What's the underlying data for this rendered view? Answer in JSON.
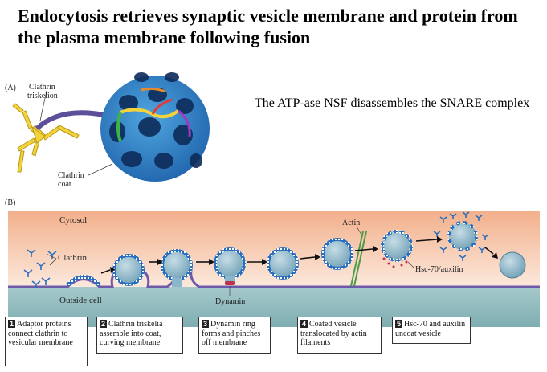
{
  "title": "Endocytosis retrieves synaptic vesicle membrane and protein from the plasma membrane following fusion",
  "note": "The ATP-ase NSF disassembles the SNARE complex",
  "panel_a": {
    "label": "(A)",
    "triskelion_label_1": "Clathrin",
    "triskelion_label_2": "triskelion",
    "coat_label_1": "Clathrin",
    "coat_label_2": "coat"
  },
  "panel_b": {
    "label": "(B)",
    "cytosol": "Cytosol",
    "clathrin": "Clathrin",
    "outside_cell": "Outside cell",
    "dynamin": "Dynamin",
    "actin": "Actin",
    "hsc": "Hsc-70/auxilin"
  },
  "steps": [
    {
      "num": "1",
      "text": "Adaptor proteins connect clathrin to vesicular membrane"
    },
    {
      "num": "2",
      "text": "Clathrin triskelia assemble into coat, curving membrane"
    },
    {
      "num": "3",
      "text": "Dynamin ring forms and pinches off membrane"
    },
    {
      "num": "4",
      "text": "Coated vesicle translocated by actin filaments"
    },
    {
      "num": "5",
      "text": "Hsc-70 and auxilin uncoat vesicle"
    }
  ],
  "colors": {
    "cytosol_top": "#f4b894",
    "cytosol_bottom": "#fbe6d6",
    "extracellular": "#8fbcc0",
    "membrane": "#6e5aa8",
    "vesicle": "#8ab8ca",
    "clathrin_blue": "#2a6fbf",
    "triskelion_yellow": "#f2d33c",
    "dynamin_red": "#c0304a",
    "actin_green": "#4e9a4a"
  }
}
